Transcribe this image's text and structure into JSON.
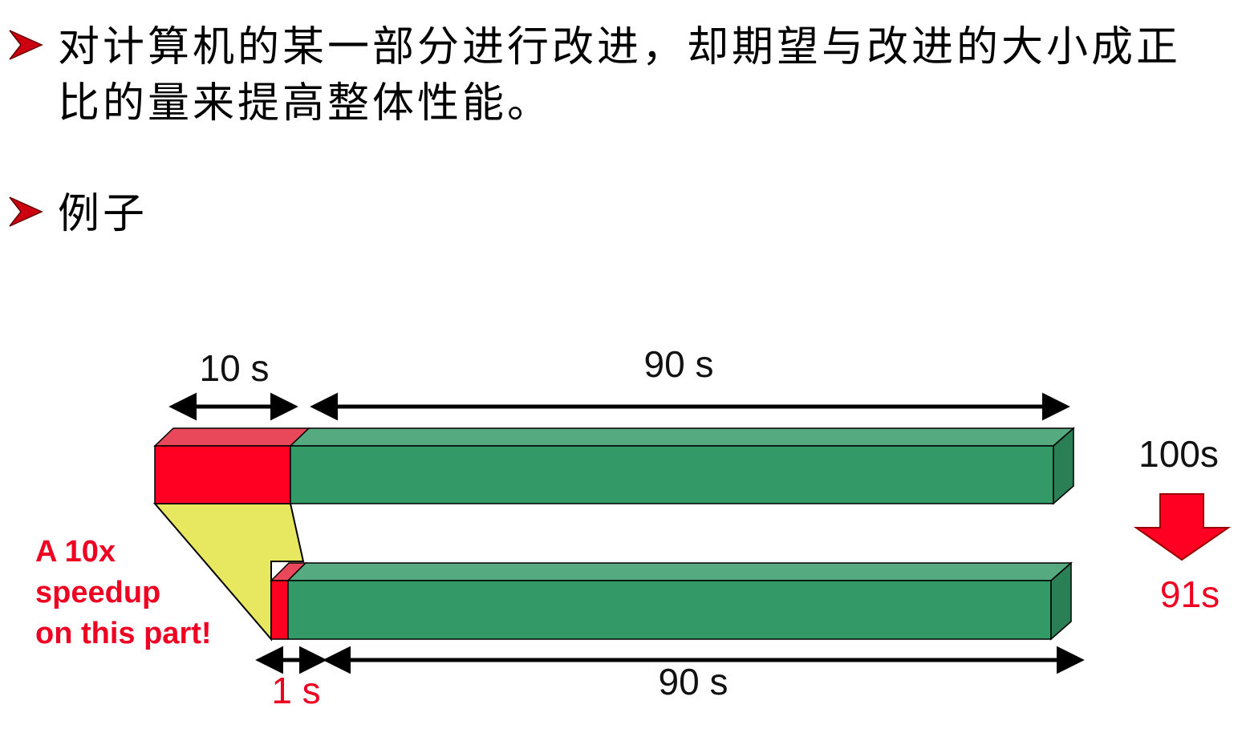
{
  "bullets": [
    {
      "line1": "对计算机的某一部分进行改进，却期望与改进的大小成正",
      "line2": "比的量来提高整体性能。"
    },
    {
      "line1": "例子"
    }
  ],
  "diagram": {
    "top_bar": {
      "left_label": "10 s",
      "right_label": "90 s",
      "total_label": "100s"
    },
    "bottom_bar": {
      "left_label": "1 s",
      "right_label": "90 s",
      "total_label": "91s"
    },
    "annotation": [
      "A 10x",
      "speedup",
      "on this part!"
    ],
    "colors": {
      "bullet": "#cc0011",
      "red": "#ff0022",
      "green": "#339966",
      "green_top": "#55aa80",
      "green_side": "#2a7f55",
      "yellow": "#e8e860",
      "arrow_red": "#ff0022"
    }
  }
}
